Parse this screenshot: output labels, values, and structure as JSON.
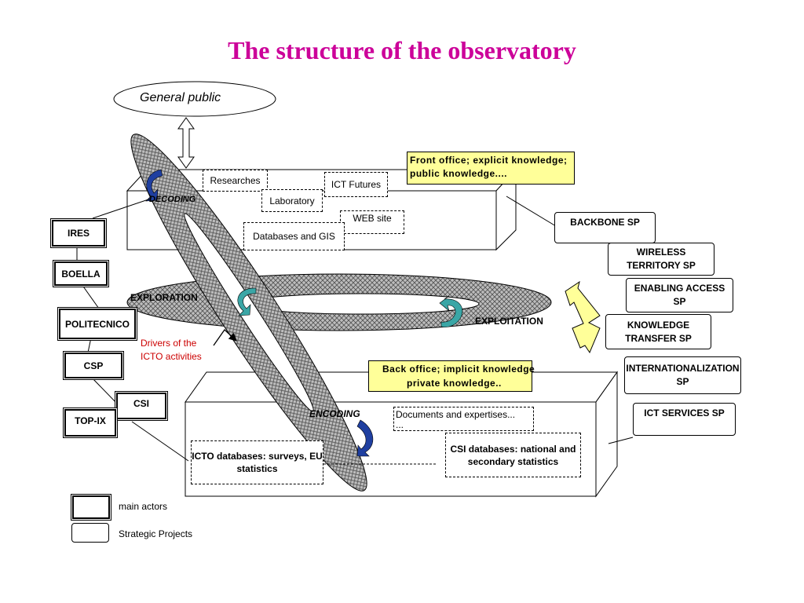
{
  "title": "The structure of the observatory",
  "general_public": "General public",
  "front_office": {
    "line1": "Front office; explicit knowledge;",
    "line2": "public knowledge...."
  },
  "back_office": {
    "line1": "Back office;  implicit knowledge",
    "line2": "private knowledge.."
  },
  "front_items": {
    "researches": "Researches",
    "ict_futures": "ICT Futures",
    "laboratory": "Laboratory",
    "web_site": "WEB site",
    "databases_gis": "Databases and GIS"
  },
  "back_items": {
    "documents": "Documents and expertises...",
    "documents_cont": "...",
    "icto_db_line1": "ICTO databases: surveys, EU",
    "icto_db_line2": "statistics",
    "csi_db_line1": "CSI databases: national and",
    "csi_db_line2": "secondary statistics"
  },
  "processes": {
    "decoding": "DECODING",
    "exploration": "EXPLORATION",
    "exploitation": "EXPLOITATION",
    "encoding": "ENCODING"
  },
  "drivers": {
    "line1": "Drivers of the",
    "line2": "ICTO activities"
  },
  "actors": [
    "IRES",
    "BOELLA",
    "POLITECNICO",
    "CSP",
    "CSI",
    "TOP-IX"
  ],
  "strategic_projects": {
    "backbone": "BACKBONE SP",
    "wireless_1": "WIRELESS",
    "wireless_2": "TERRITORY SP",
    "enabling_1": "ENABLING ACCESS",
    "enabling_2": "SP",
    "knowledge_1": "KNOWLEDGE",
    "knowledge_2": "TRANSFER SP",
    "intl_1": "INTERNATIONALIZATION",
    "intl_2": "SP",
    "ict_services": "ICT SERVICES SP"
  },
  "legend": {
    "main_actors": "main actors",
    "strategic_projects": "Strategic Projects"
  },
  "colors": {
    "title": "#cc0099",
    "note_fill": "#ffff99",
    "drivers_text": "#cc0000",
    "arrow_blue": "#1f3fa0",
    "arrow_teal": "#3aa6a6",
    "double_arrow": "#ffff99"
  }
}
